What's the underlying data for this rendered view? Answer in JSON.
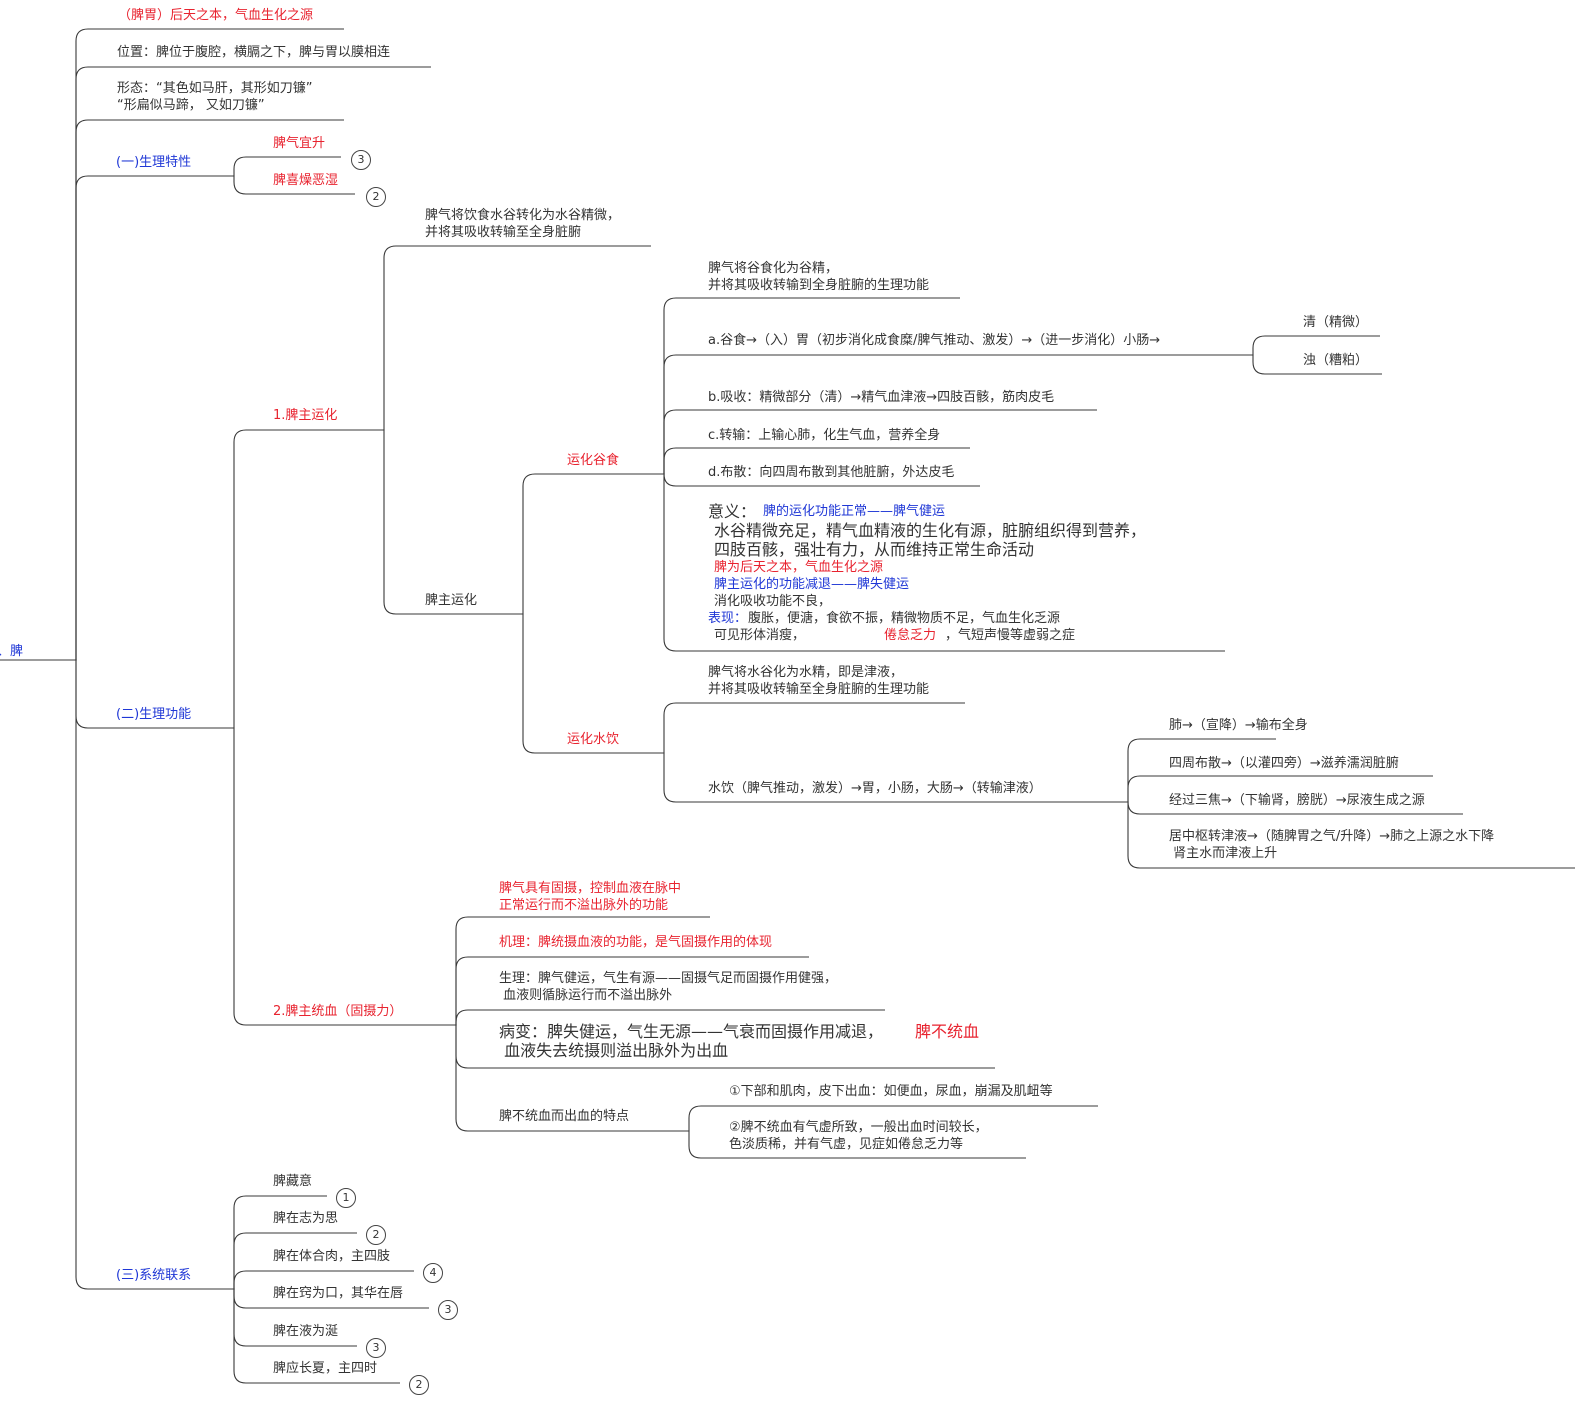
{
  "colors": {
    "line": "#3a3a3a",
    "red": "#e8232f",
    "blue": "#1f37d6",
    "text": "#333333"
  },
  "root": "三、脾",
  "spleen_stomach": "（脾胃）后天之本，气血生化之源",
  "position": "位置：脾位于腹腔，横膈之下，脾与胃以膜相连",
  "shape": "形态：“其色如马肝，其形如刀镰”\n“形扁似马蹄， 又如刀镰”",
  "section1": {
    "title": "(一)生理特性",
    "items": [
      {
        "label": "脾气宜升",
        "badge": "3"
      },
      {
        "label": "脾喜燥恶湿",
        "badge": "2"
      }
    ]
  },
  "section2": {
    "title": "(二)生理功能",
    "yunhua": {
      "title": "1.脾主运化",
      "def": "脾气将饮食水谷转化为水谷精微，\n并将其吸收转输至全身脏腑",
      "sub": "脾主运化",
      "gushi": {
        "title": "运化谷食",
        "def": "脾气将谷食化为谷精，\n并将其吸收转输到全身脏腑的生理功能",
        "a": "a.谷食→（入）胃（初步消化成食糜/脾气推动、激发）→（进一步消化）小肠→",
        "a_clear": "清（精微）",
        "a_turbid": "浊（糟粕）",
        "b": "b.吸收：精微部分（清）→精气血津液→四肢百骸，筋肉皮毛",
        "c": "c.转输：上输心肺，化生气血，营养全身",
        "d": "d.布散：向四周布散到其他脏腑，外达皮毛",
        "meaning_label": "意义：",
        "meaning_blue": "脾的运化功能正常——脾气健运",
        "meaning_big": "水谷精微充足，精气血精液的生化有源，脏腑组织得到营养，\n四肢百骸，强壮有力，从而维持正常生命活动",
        "meaning_red": "脾为后天之本，气血生化之源",
        "meaning_blue2": "脾主运化的功能减退——脾失健运",
        "meaning_l1": "消化吸收功能不良，",
        "meaning_show": "表现：",
        "meaning_l2": "腹胀，便溏，食欲不振，精微物质不足，气血生化乏源",
        "meaning_l3": "可见形体消瘦，",
        "meaning_fatigue": "倦怠乏力",
        "meaning_l4": "，气短声慢等虚弱之症"
      },
      "shuiyin": {
        "title": "运化水饮",
        "def": "脾气将水谷化为水精，即是津液，\n并将其吸收转输至全身脏腑的生理功能",
        "flow": "水饮（脾气推动，激发）→胃，小肠，大肠→（转输津液）",
        "f1": "肺→（宣降）→输布全身",
        "f2": "四周布散→（以灌四旁）→滋养濡润脏腑",
        "f3": "经过三焦→（下输肾，膀胱）→尿液生成之源",
        "f4": "居中枢转津液→（随脾胃之气/升降）→肺之上源之水下降\n 肾主水而津液上升"
      }
    },
    "tongxue": {
      "title": "2.脾主统血（固摄力）",
      "def": "脾气具有固摄，控制血液在脉中\n正常运行而不溢出脉外的功能",
      "mech": "机理：脾统摄血液的功能，是气固摄作用的体现",
      "phys": "生理：脾气健运，气生有源——固摄气足而固摄作用健强，\n 血液则循脉运行而不溢出脉外",
      "path_a": "病变：脾失健运，气生无源——气衰而固摄作用减退，",
      "path_red": "脾不统血",
      "path_b": " 血液失去统摄则溢出脉外为出血",
      "feat": "脾不统血而出血的特点",
      "feat1": "①下部和肌肉，皮下出血：如便血，尿血，崩漏及肌衄等",
      "feat2": "②脾不统血有气虚所致，一般出血时间较长，\n色淡质稀，并有气虚，见症如倦怠乏力等"
    }
  },
  "section3": {
    "title": "(三)系统联系",
    "items": [
      {
        "label": "脾藏意",
        "badge": "1"
      },
      {
        "label": "脾在志为思",
        "badge": "2"
      },
      {
        "label": "脾在体合肉，主四肢",
        "badge": "4"
      },
      {
        "label": "脾在窍为口，其华在唇",
        "badge": "3"
      },
      {
        "label": "脾在液为涎",
        "badge": "3"
      },
      {
        "label": "脾应长夏，主四时",
        "badge": "2"
      }
    ]
  }
}
